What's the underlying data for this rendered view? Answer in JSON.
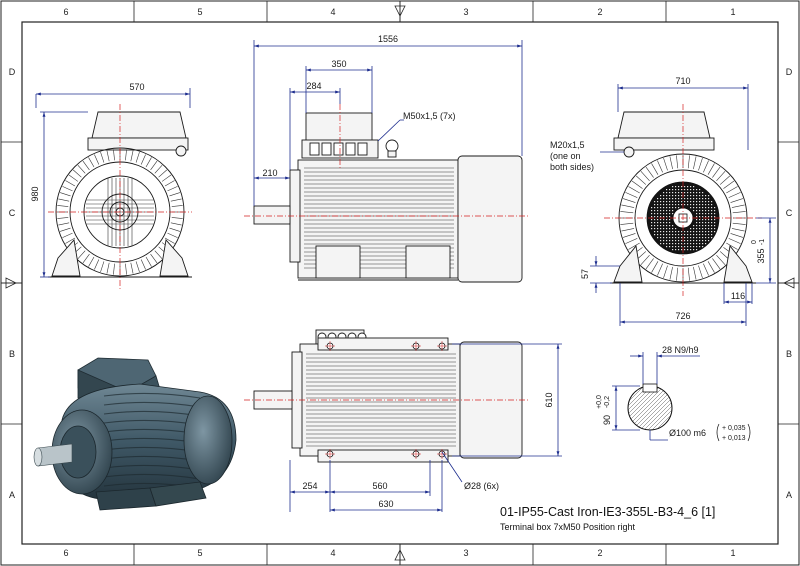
{
  "sheet": {
    "columns": [
      "6",
      "5",
      "4",
      "3",
      "2",
      "1"
    ],
    "rows": [
      "D",
      "C",
      "B",
      "A"
    ]
  },
  "title_block": {
    "title": "01-IP55-Cast Iron-IE3-355L-B3-4_6 [1]",
    "subtitle": "Terminal box 7xM50 Position right"
  },
  "dimensions": {
    "front_width": "570",
    "front_height": "980",
    "overall_length": "1556",
    "terminal_box_width": "350",
    "terminal_box_offset": "284",
    "shaft_length": "210",
    "cable_gland_main": "M50x1,5 (7x)",
    "side_width": "710",
    "cable_gland_aux_1": "M20x1,5",
    "cable_gland_aux_2": "(one on",
    "cable_gland_aux_3": "both sides)",
    "foot_height": "57",
    "shaft_height": "355",
    "shaft_height_tol_upper": "0",
    "shaft_height_tol_lower": "-1",
    "foot_edge": "116",
    "side_overall": "726",
    "plan_width": "610",
    "foot_offset": "254",
    "foot_spacing": "560",
    "foot_overall": "630",
    "hole_dia": "Ø28 (6x)",
    "key_width": "28 N9/h9",
    "key_height": "90",
    "key_tol_upper": "+0,0",
    "key_tol_lower": "-0,2",
    "shaft_dia": "Ø100 m6",
    "shaft_tol_upper": "+ 0,035",
    "shaft_tol_lower": "+ 0,013"
  },
  "colors": {
    "dimension_line": "#1f2f8f",
    "center_line": "#d42020",
    "outline": "#1a1a1a",
    "motor_body": "#3f5866"
  }
}
